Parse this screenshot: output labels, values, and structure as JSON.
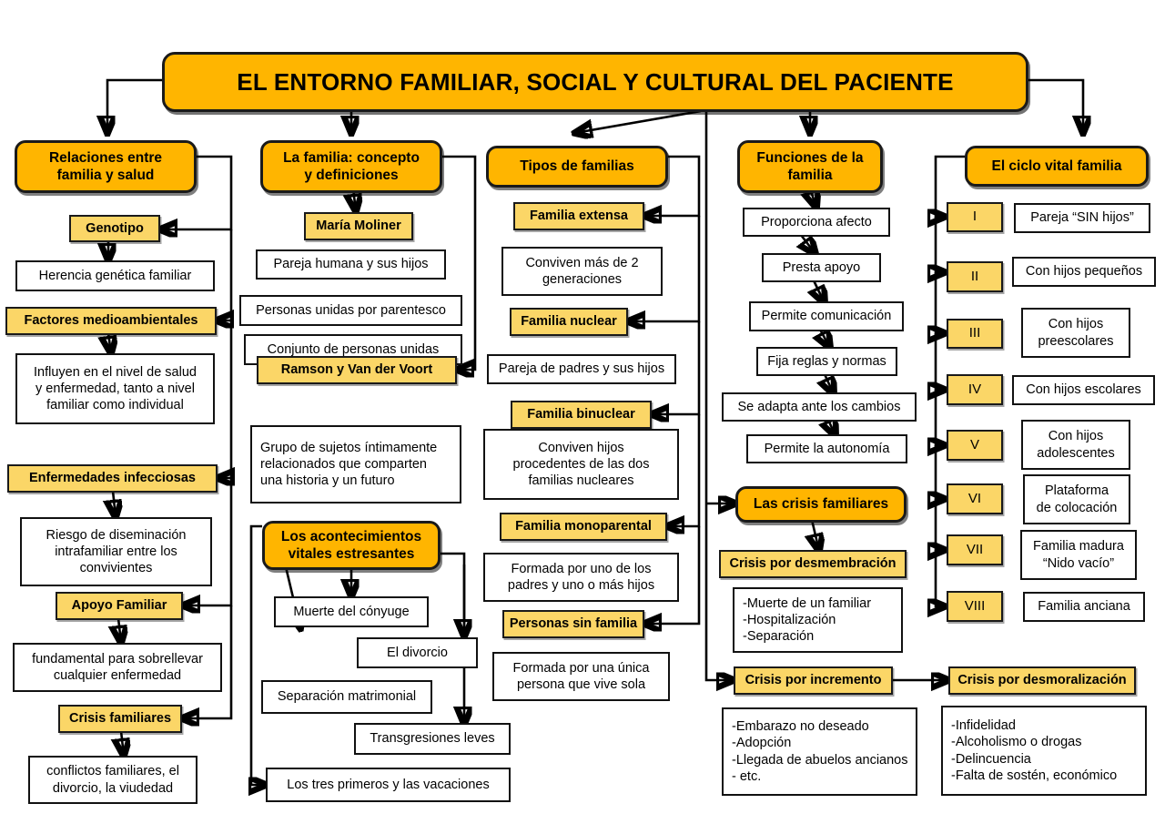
{
  "diagram": {
    "title": "EL ENTORNO FAMILIAR, SOCIAL Y CULTURAL DEL PACIENTE",
    "accent_header": "#FFB500",
    "accent_sub": "#FBD667",
    "branches": {
      "relaciones": {
        "header": "Relaciones entre\nfamilia y salud",
        "header_l1": "Relaciones entre",
        "header_l2": "familia y salud",
        "genotipo": "Genotipo",
        "genotipo_desc": "Herencia genética familiar",
        "factores": "Factores medioambientales",
        "factores_desc_l1": "Influyen en el nivel de salud",
        "factores_desc_l2": "y enfermedad, tanto a nivel",
        "factores_desc_l3": "familiar como individual",
        "enfermedades": "Enfermedades infecciosas",
        "enfermedades_desc_l1": "Riesgo de diseminación",
        "enfermedades_desc_l2": "intrafamiliar entre los",
        "enfermedades_desc_l3": "convivientes",
        "apoyo": "Apoyo Familiar",
        "apoyo_desc_l1": "fundamental para sobrellevar",
        "apoyo_desc_l2": "cualquier enfermedad",
        "crisis": "Crisis familiares",
        "crisis_desc_l1": "conflictos familiares, el",
        "crisis_desc_l2": "divorcio, la viudedad"
      },
      "familia_concepto": {
        "header_l1": "La familia: concepto",
        "header_l2": "y definiciones",
        "moliner": "María Moliner",
        "moliner_d1": "Pareja humana y sus hijos",
        "moliner_d2": "Personas unidas por parentesco",
        "moliner_d3": "Conjunto de personas unidas",
        "ramson": "Ramson y Van der Voort",
        "ramson_d1": "Grupo de sujetos íntimamente",
        "ramson_d2": "relacionados que comparten",
        "ramson_d3": "una historia y un futuro"
      },
      "acontecimientos": {
        "header_l1": "Los acontecimientos",
        "header_l2": "vitales estresantes",
        "items": [
          "Muerte del cónyuge",
          "El divorcio",
          "Separación matrimonial",
          "Transgresiones leves",
          "Los tres primeros y las vacaciones"
        ]
      },
      "tipos": {
        "header": "Tipos de familias",
        "extensa": "Familia extensa",
        "extensa_d1": "Conviven más de 2",
        "extensa_d2": "generaciones",
        "nuclear": "Familia nuclear",
        "nuclear_d1": "Pareja de padres y sus hijos",
        "binuclear": "Familia binuclear",
        "binuclear_d1": "Conviven hijos",
        "binuclear_d2": "procedentes de las dos",
        "binuclear_d3": "familias nucleares",
        "monoparental": "Familia monoparental",
        "monoparental_d1": "Formada por uno de los",
        "monoparental_d2": "padres y uno o más hijos",
        "sin_familia": "Personas sin familia",
        "sin_familia_d1": "Formada por una única",
        "sin_familia_d2": "persona que vive sola"
      },
      "funciones": {
        "header_l1": "Funciones de la",
        "header_l2": "familia",
        "items": [
          "Proporciona afecto",
          "Presta apoyo",
          "Permite comunicación",
          "Fija reglas y normas",
          "Se adapta ante los cambios",
          "Permite la autonomía"
        ]
      },
      "crisis": {
        "header": "Las crisis familiares",
        "desmembracion": "Crisis por desmembración",
        "desmembracion_items": [
          "-Muerte de un familiar",
          "-Hospitalización",
          "-Separación"
        ],
        "incremento": "Crisis por incremento",
        "incremento_items": [
          "-Embarazo no deseado",
          "-Adopción",
          "-Llegada de abuelos ancianos",
          "- etc."
        ],
        "desmoralizacion": "Crisis por desmoralización",
        "desmoralizacion_items": [
          "-Infidelidad",
          "-Alcoholismo o drogas",
          "-Delincuencia",
          "-Falta de sostén, económico"
        ]
      },
      "ciclo": {
        "header": "El ciclo vital familia",
        "stages": [
          {
            "numeral": "I",
            "label_l1": "Pareja “SIN hijos”",
            "label_l2": ""
          },
          {
            "numeral": "II",
            "label_l1": "Con hijos pequeños",
            "label_l2": ""
          },
          {
            "numeral": "III",
            "label_l1": "Con hijos",
            "label_l2": "preescolares"
          },
          {
            "numeral": "IV",
            "label_l1": "Con hijos escolares",
            "label_l2": ""
          },
          {
            "numeral": "V",
            "label_l1": "Con hijos",
            "label_l2": "adolescentes"
          },
          {
            "numeral": "VI",
            "label_l1": "Plataforma",
            "label_l2": "de colocación"
          },
          {
            "numeral": "VII",
            "label_l1": "Familia madura",
            "label_l2": "“Nido vacío”"
          },
          {
            "numeral": "VIII",
            "label_l1": "Familia anciana",
            "label_l2": ""
          }
        ]
      }
    }
  }
}
